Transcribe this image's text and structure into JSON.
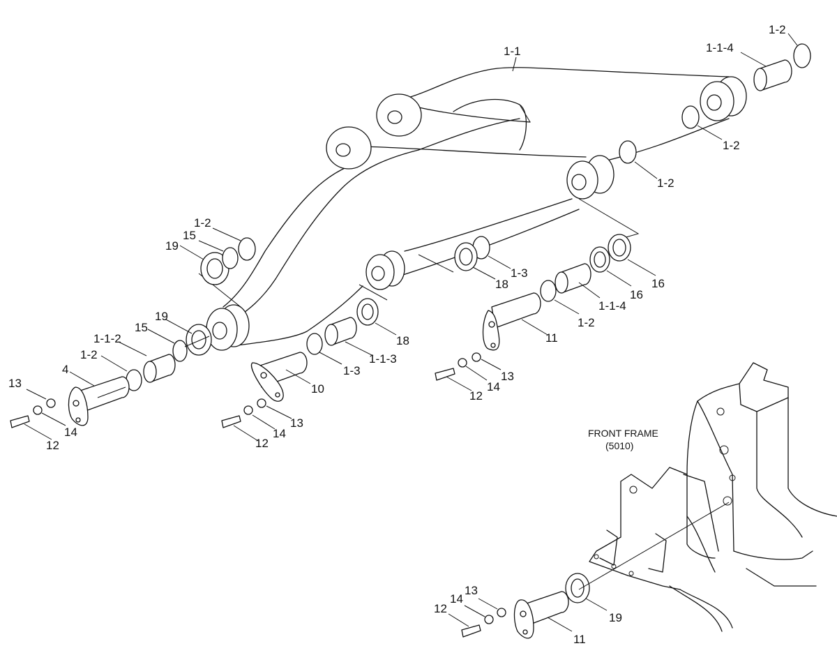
{
  "frame": {
    "title": "FRONT FRAME",
    "ref": "(5010)"
  },
  "labels": {
    "l_1_1": "1-1",
    "l_1_2_top": "1-2",
    "l_1_1_4_top": "1-1-4",
    "l_1_2_upper_right": "1-2",
    "l_1_2_mid_right": "1-2",
    "l_1_2_left": "1-2",
    "l_15_left": "15",
    "l_19_left": "19",
    "l_1_3_upper": "1-3",
    "l_18_upper": "18",
    "l_16_a": "16",
    "l_16_b": "16",
    "l_1_1_4_mid": "1-1-4",
    "l_1_2_mid": "1-2",
    "l_11_upper": "11",
    "l_13_mid": "13",
    "l_14_mid": "14",
    "l_12_mid": "12",
    "l_19_center": "19",
    "l_15_center": "15",
    "l_1_1_2": "1-1-2",
    "l_1_2_lower": "1-2",
    "l_4": "4",
    "l_13_left": "13",
    "l_14_left": "14",
    "l_12_left": "12",
    "l_18_lower": "18",
    "l_1_1_3": "1-1-3",
    "l_1_3_lower": "1-3",
    "l_10": "10",
    "l_13_center": "13",
    "l_14_center": "14",
    "l_12_center": "12",
    "l_13_bottom": "13",
    "l_14_bottom": "14",
    "l_12_bottom": "12",
    "l_19_bottom": "19",
    "l_11_bottom": "11"
  }
}
